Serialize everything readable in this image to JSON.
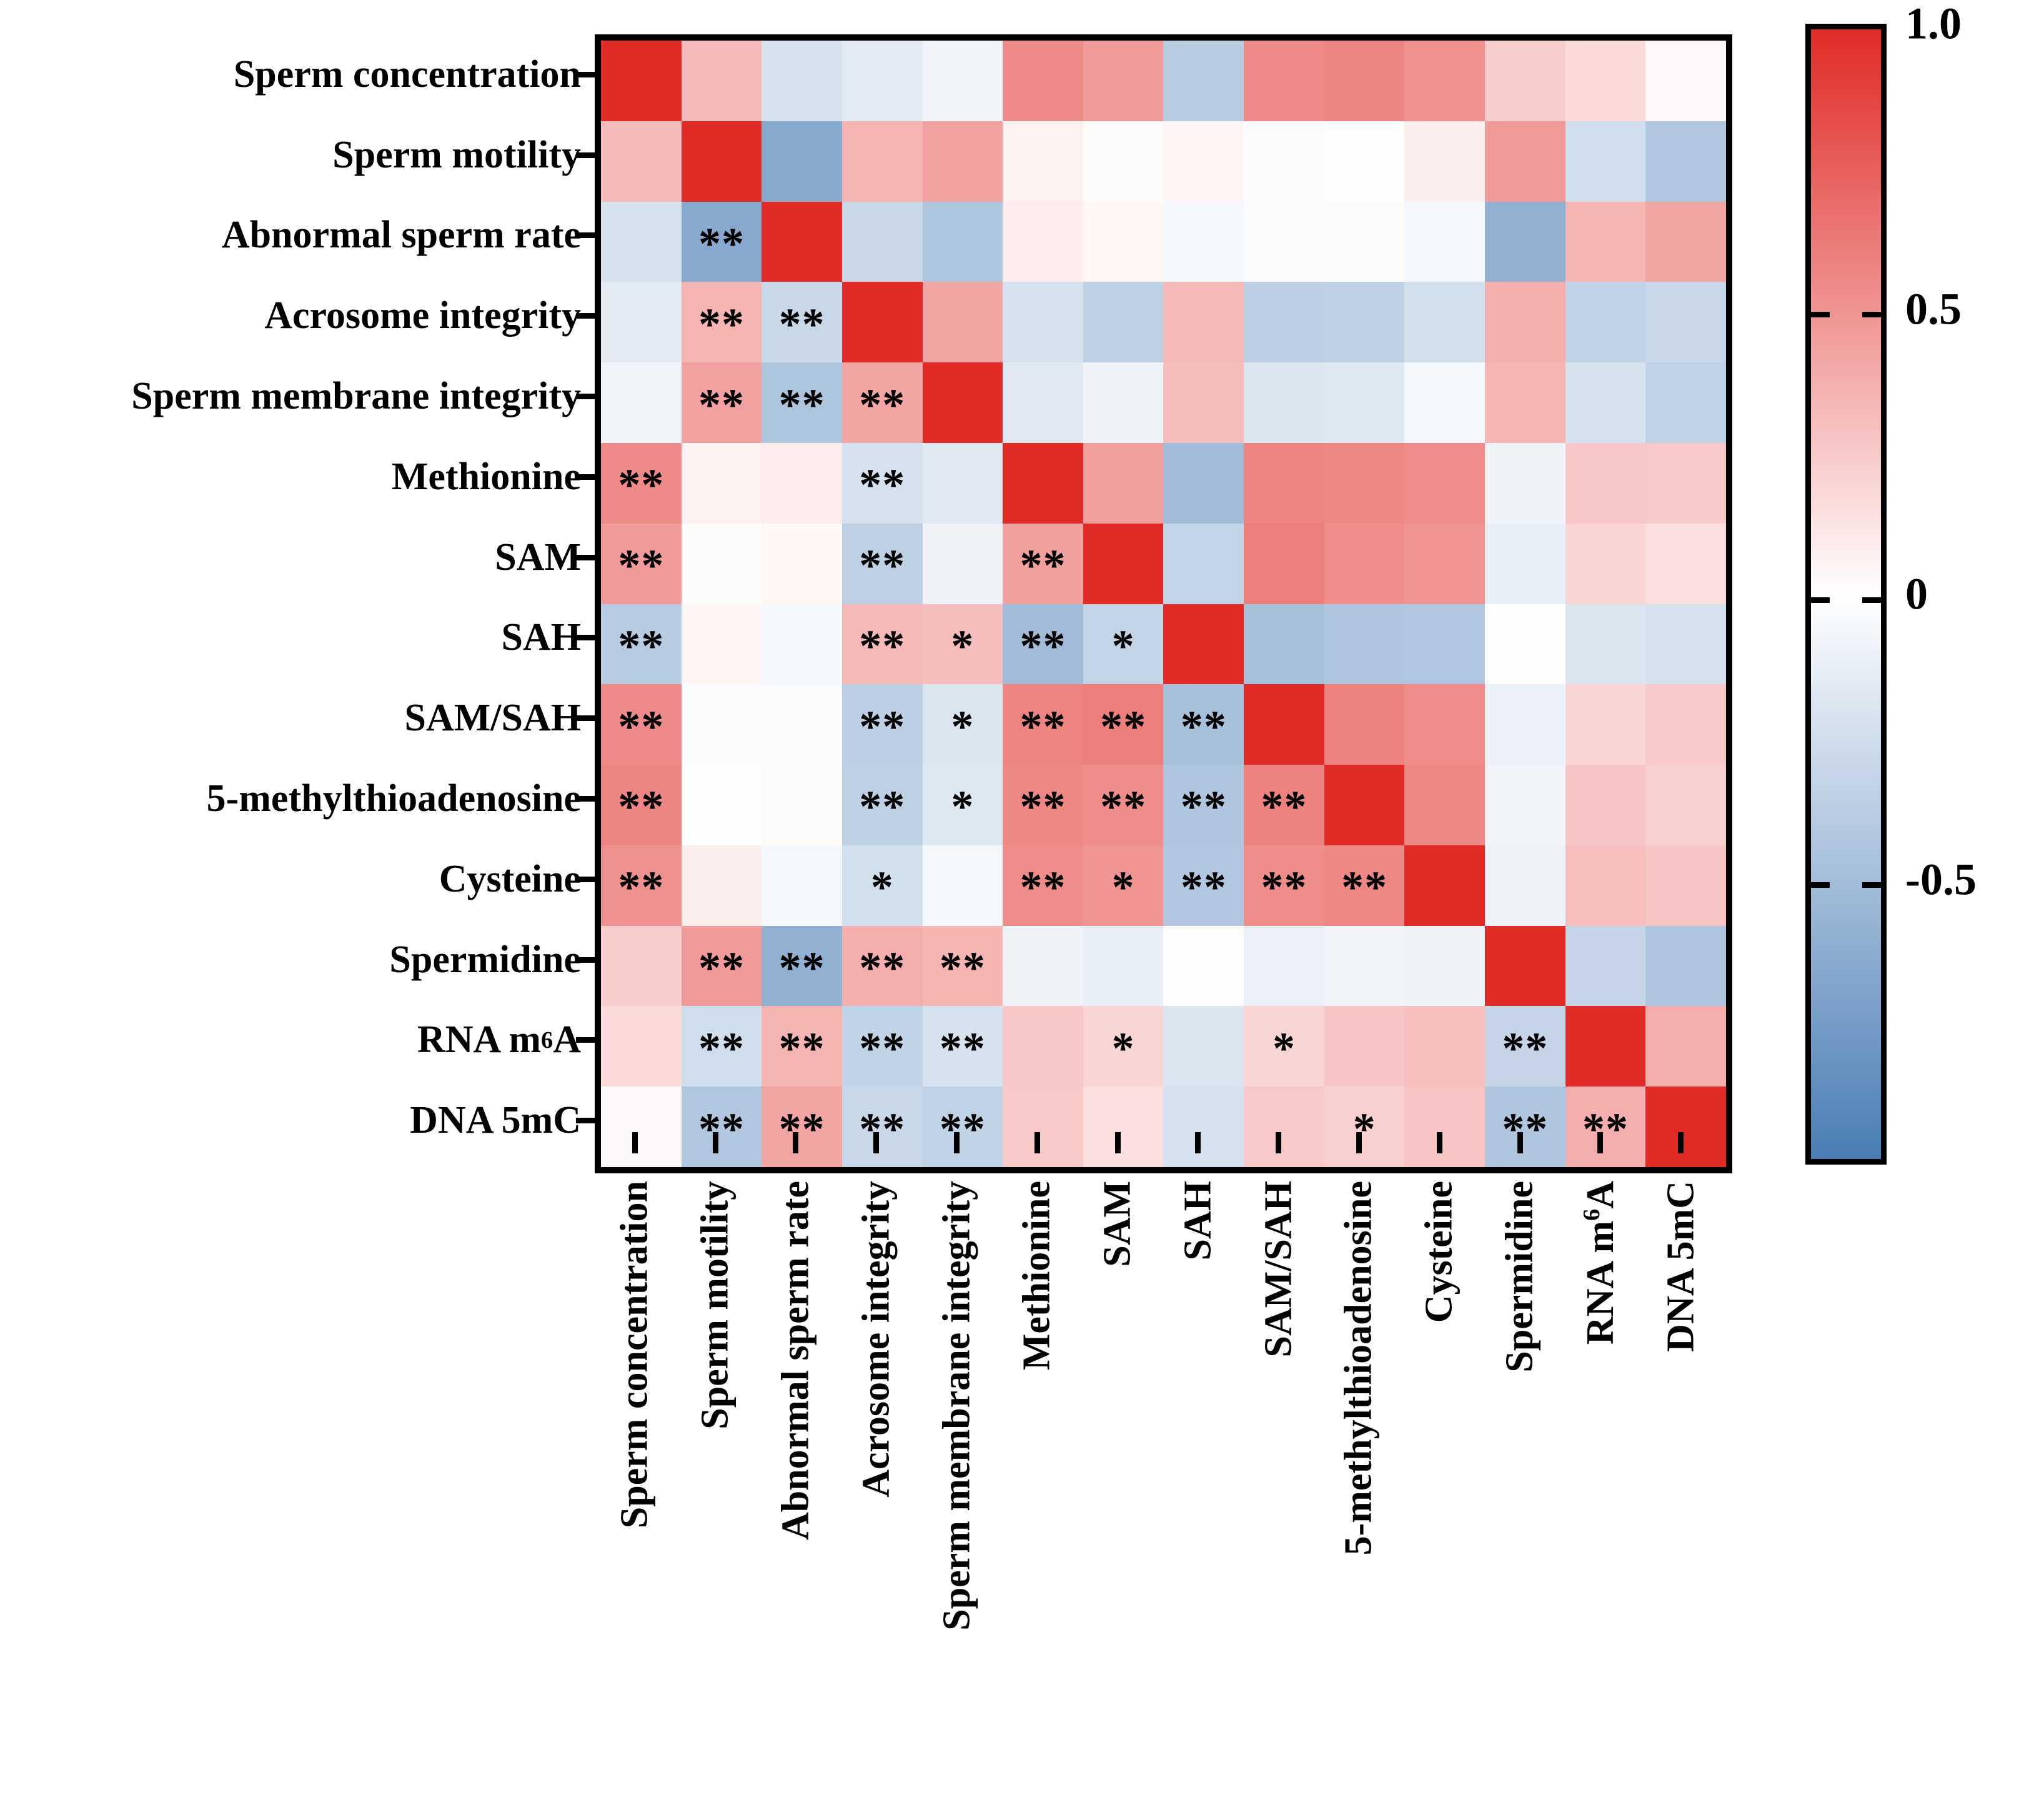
{
  "chart_data": {
    "type": "heatmap",
    "title": "",
    "xlabel": "",
    "ylabel": "",
    "colorbar": {
      "label": "",
      "ticks": [
        "1.0",
        "0.5",
        "0",
        "-0.5"
      ],
      "tick_values": [
        1.0,
        0.5,
        0,
        -0.5
      ],
      "vmin": -1.0,
      "vmax": 1.0,
      "low_color": "#4a7db5",
      "mid_color": "#ffffff",
      "high_color": "#e02b26"
    },
    "significance_legend": {
      "one_star": "*",
      "two_stars": "**"
    },
    "categories": [
      "Sperm concentration",
      "Sperm motility",
      "Abnormal sperm rate",
      "Acrosome integrity",
      "Sperm membrane integrity",
      "Methionine",
      "SAM",
      "SAH",
      "SAM/SAH",
      "5-methylthioadenosine",
      "Cysteine",
      "Spermidine",
      "RNA m6A",
      "DNA 5mC"
    ],
    "categories_html": [
      "Sperm concentration",
      "Sperm motility",
      "Abnormal sperm rate",
      "Acrosome integrity",
      "Sperm membrane integrity",
      "Methionine",
      "SAM",
      "SAH",
      "SAM/SAH",
      "5-methylthioadenosine",
      "Cysteine",
      "Spermidine",
      "RNA m<sup>6</sup>A",
      "DNA 5mC"
    ],
    "rows": [
      "Sperm concentration",
      "Sperm motility",
      "Abnormal sperm rate",
      "Acrosome integrity",
      "Sperm membrane integrity",
      "Methionine",
      "SAM",
      "SAH",
      "SAM/SAH",
      "5-methylthioadenosine",
      "Cysteine",
      "Spermidine",
      "RNA m6A",
      "DNA 5mC"
    ],
    "values": [
      [
        1.0,
        0.32,
        -0.22,
        -0.16,
        -0.08,
        0.55,
        0.47,
        -0.4,
        0.55,
        0.57,
        0.52,
        0.23,
        0.17,
        0.03
      ],
      [
        0.32,
        1.0,
        -0.66,
        0.35,
        0.44,
        0.06,
        0.02,
        0.05,
        -0.02,
        -0.01,
        0.08,
        0.47,
        -0.26,
        -0.43
      ],
      [
        -0.22,
        -0.66,
        1.0,
        -0.3,
        -0.45,
        0.09,
        0.04,
        -0.05,
        -0.03,
        0.02,
        -0.06,
        -0.61,
        0.35,
        0.42
      ],
      [
        -0.16,
        0.35,
        -0.3,
        1.0,
        0.42,
        -0.23,
        -0.36,
        0.33,
        -0.37,
        -0.36,
        -0.25,
        0.38,
        -0.34,
        -0.3
      ],
      [
        -0.08,
        0.44,
        -0.45,
        0.42,
        1.0,
        -0.17,
        -0.09,
        0.31,
        -0.2,
        -0.18,
        -0.06,
        0.35,
        -0.22,
        -0.35
      ],
      [
        0.55,
        0.06,
        0.09,
        -0.23,
        -0.17,
        1.0,
        0.45,
        -0.52,
        0.58,
        0.56,
        0.54,
        -0.09,
        0.26,
        0.25
      ],
      [
        0.47,
        0.02,
        0.04,
        -0.36,
        -0.09,
        0.45,
        1.0,
        -0.33,
        0.61,
        0.54,
        0.5,
        -0.12,
        0.2,
        0.15
      ],
      [
        -0.4,
        0.05,
        -0.05,
        0.33,
        0.31,
        -0.52,
        -0.33,
        1.0,
        -0.48,
        -0.44,
        -0.42,
        0.01,
        -0.2,
        -0.23
      ],
      [
        0.55,
        -0.02,
        -0.03,
        -0.37,
        -0.2,
        0.58,
        0.61,
        -0.48,
        1.0,
        0.59,
        0.54,
        -0.11,
        0.2,
        0.25
      ],
      [
        0.57,
        -0.01,
        0.02,
        -0.36,
        -0.18,
        0.56,
        0.54,
        -0.44,
        0.59,
        1.0,
        0.56,
        -0.08,
        0.27,
        0.22
      ],
      [
        0.52,
        0.08,
        -0.06,
        -0.25,
        -0.06,
        0.54,
        0.5,
        -0.42,
        0.54,
        0.56,
        1.0,
        -0.09,
        0.3,
        0.27
      ],
      [
        0.23,
        0.47,
        -0.61,
        0.38,
        0.35,
        -0.09,
        -0.12,
        0.01,
        -0.11,
        -0.08,
        -0.09,
        1.0,
        -0.32,
        -0.44
      ],
      [
        0.17,
        -0.26,
        0.35,
        -0.34,
        -0.22,
        0.26,
        0.2,
        -0.2,
        0.2,
        0.27,
        0.3,
        -0.32,
        1.0,
        0.38
      ],
      [
        0.03,
        -0.43,
        0.42,
        -0.3,
        -0.35,
        0.25,
        0.15,
        -0.23,
        0.25,
        0.22,
        0.27,
        -0.44,
        0.38,
        1.0
      ]
    ],
    "significance": [
      [
        "",
        "",
        "",
        "",
        "",
        "",
        "",
        "",
        "",
        "",
        "",
        "",
        "",
        ""
      ],
      [
        "",
        "",
        "",
        "",
        "",
        "",
        "",
        "",
        "",
        "",
        "",
        "",
        "",
        ""
      ],
      [
        "",
        "**",
        "",
        "",
        "",
        "",
        "",
        "",
        "",
        "",
        "",
        "",
        "",
        ""
      ],
      [
        "",
        "**",
        "**",
        "",
        "",
        "",
        "",
        "",
        "",
        "",
        "",
        "",
        "",
        ""
      ],
      [
        "",
        "**",
        "**",
        "**",
        "",
        "",
        "",
        "",
        "",
        "",
        "",
        "",
        "",
        ""
      ],
      [
        "**",
        "",
        "",
        "**",
        "",
        "",
        "",
        "",
        "",
        "",
        "",
        "",
        "",
        ""
      ],
      [
        "**",
        "",
        "",
        "**",
        "",
        "**",
        "",
        "",
        "",
        "",
        "",
        "",
        "",
        ""
      ],
      [
        "**",
        "",
        "",
        "**",
        "*",
        "**",
        "*",
        "",
        "",
        "",
        "",
        "",
        "",
        ""
      ],
      [
        "**",
        "",
        "",
        "**",
        "*",
        "**",
        "**",
        "**",
        "",
        "",
        "",
        "",
        "",
        ""
      ],
      [
        "**",
        "",
        "",
        "**",
        "*",
        "**",
        "**",
        "**",
        "**",
        "",
        "",
        "",
        "",
        ""
      ],
      [
        "**",
        "",
        "",
        "*",
        "",
        "**",
        "*",
        "**",
        "**",
        "**",
        "",
        "",
        "",
        ""
      ],
      [
        "",
        "**",
        "**",
        "**",
        "**",
        "",
        "",
        "",
        "",
        "",
        "",
        "",
        "",
        ""
      ],
      [
        "",
        "**",
        "**",
        "**",
        "**",
        "",
        "*",
        "",
        "*",
        "",
        "",
        "**",
        "",
        ""
      ],
      [
        "",
        "**",
        "**",
        "**",
        "**",
        "",
        "",
        "",
        "",
        "*",
        "",
        "**",
        "**",
        ""
      ]
    ]
  }
}
